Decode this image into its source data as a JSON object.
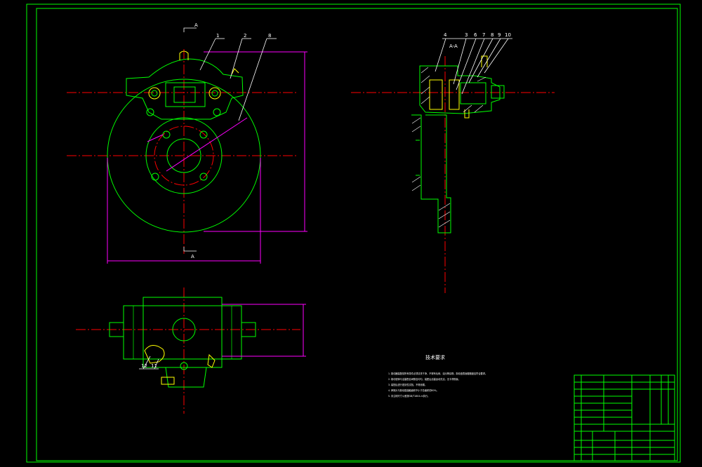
{
  "section_marks": {
    "top": "A",
    "bottom": "A",
    "section_title": "A-A"
  },
  "balloons_front": [
    "1",
    "2",
    "8"
  ],
  "balloons_section": [
    "4",
    "3",
    "6",
    "7",
    "8",
    "9",
    "10"
  ],
  "balloons_bottom": [
    "12",
    "11"
  ],
  "tech_req": {
    "title": "技术要求",
    "items": [
      "1. 制动器装配前所有零件必须清洗干净，不得有毛刺、油污等杂物，制动盘表面粗糙度应符合要求。",
      "2. 制动钳体与活塞配合间隙应均匀，装配后活塞运动灵活，无卡滞现象。",
      "3. 装配后进行密封性试验，不得渗漏。",
      "4. 摩擦片与制动盘接触面积不小于总面积的80%。",
      "5. 未注明尺寸公差按GB/T1804-m执行。"
    ]
  },
  "colors": {
    "background": "#000000",
    "frame": "#00ff00",
    "outline": "#00ff00",
    "center_line": "#ff0000",
    "dimension": "#ff00ff",
    "part": "#ffff00",
    "leader": "#ffffff",
    "table": "#00ff00"
  }
}
